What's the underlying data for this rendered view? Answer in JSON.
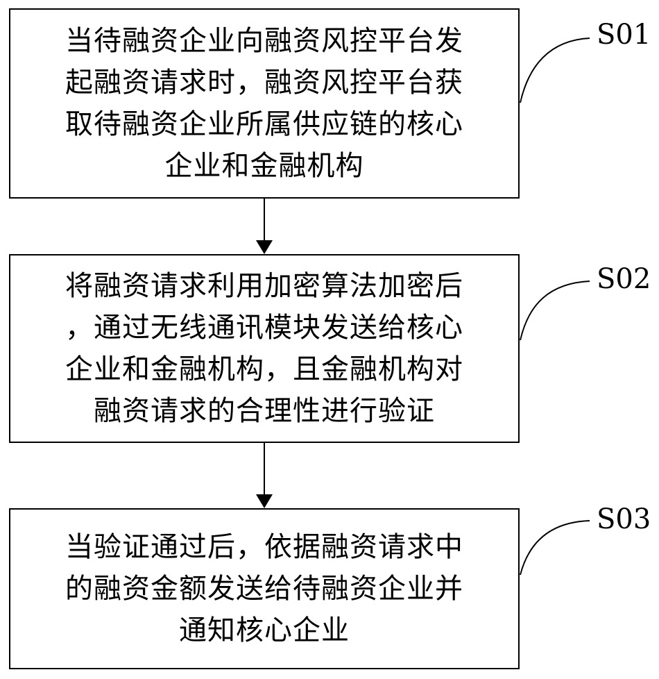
{
  "steps": [
    {
      "id": "S01",
      "text": "当待融资企业向融资风控平台发\n起融资请求时，融资风控平台获\n取待融资企业所属供应链的核心\n企业和金融机构"
    },
    {
      "id": "S02",
      "text": "将融资请求利用加密算法加密后\n，通过无线通讯模块发送给核心\n企业和金融机构，且金融机构对\n融资请求的合理性进行验证"
    },
    {
      "id": "S03",
      "text": "当验证通过后，依据融资请求中\n的融资金额发送给待融资企业并\n通知核心企业"
    }
  ],
  "colors": {
    "line": "#000000",
    "background": "#ffffff"
  }
}
